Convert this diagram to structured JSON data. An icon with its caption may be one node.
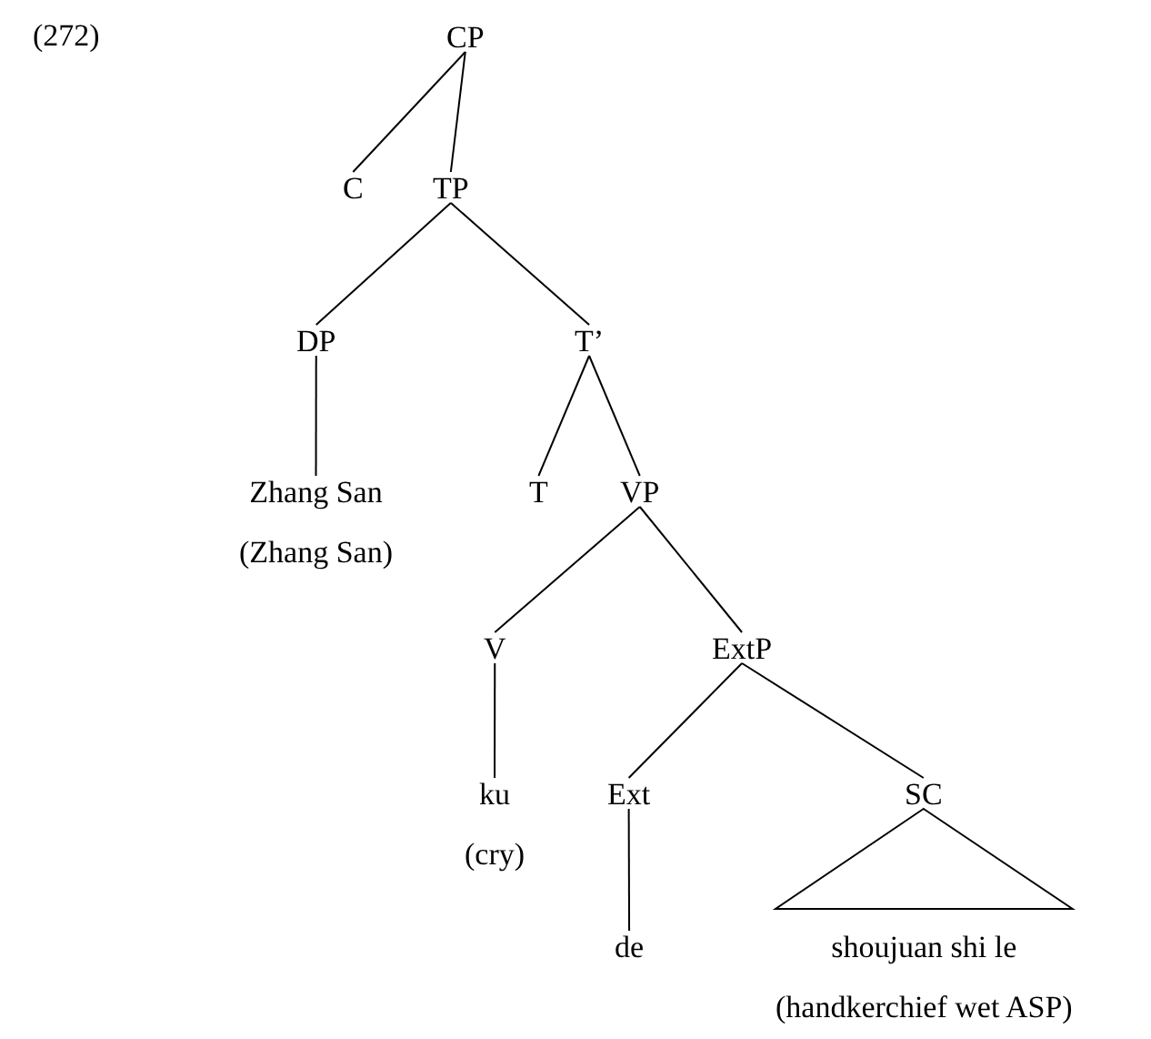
{
  "diagram": {
    "nodes": [
      {
        "text": [
          "CP"
        ]
      },
      {
        "text": [
          "C"
        ]
      },
      {
        "text": [
          "TP"
        ]
      },
      {
        "text": [
          "DP"
        ]
      },
      {
        "text": [
          "T’"
        ]
      },
      {
        "text": [
          "Zhang San",
          "(Zhang San)"
        ]
      },
      {
        "text": [
          "T"
        ]
      },
      {
        "text": [
          "VP"
        ]
      },
      {
        "text": [
          "V"
        ]
      },
      {
        "text": [
          "ExtP"
        ]
      },
      {
        "text": [
          "ku",
          "(cry)"
        ]
      },
      {
        "text": [
          "Ext"
        ]
      },
      {
        "text": [
          "SC"
        ]
      },
      {
        "text": [
          "de"
        ]
      },
      {
        "text": [
          "shoujuan shi le",
          "(handkerchief wet ASP)"
        ]
      }
    ],
    "edges": [
      {
        "from": 0,
        "to": 1,
        "arrow": "none"
      },
      {
        "from": 0,
        "to": 2,
        "arrow": "none"
      },
      {
        "from": 2,
        "to": 3,
        "arrow": "none"
      },
      {
        "from": 2,
        "to": 4,
        "arrow": "none"
      },
      {
        "from": 3,
        "to": 5,
        "arrow": "none"
      },
      {
        "from": 4,
        "to": 6,
        "arrow": "none"
      },
      {
        "from": 4,
        "to": 7,
        "arrow": "none"
      },
      {
        "from": 7,
        "to": 8,
        "arrow": "none"
      },
      {
        "from": 7,
        "to": 9,
        "arrow": "none"
      },
      {
        "from": 8,
        "to": 10,
        "arrow": "none"
      },
      {
        "from": 9,
        "to": 11,
        "arrow": "none"
      },
      {
        "from": 9,
        "to": 12,
        "arrow": "none"
      },
      {
        "from": 11,
        "to": 13,
        "arrow": "none"
      },
      {
        "from": 12,
        "to": 14,
        "arrow": "none"
      }
    ],
    "labels": [
      "(272)"
    ]
  }
}
